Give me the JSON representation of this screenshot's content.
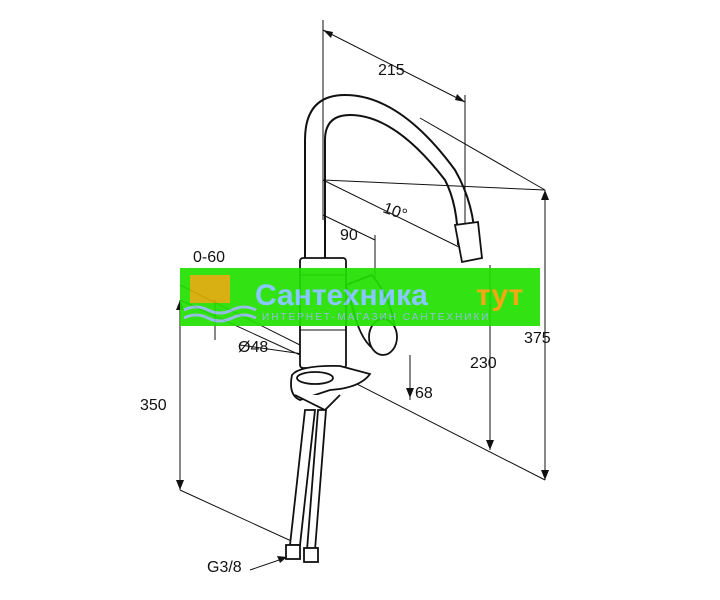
{
  "dimensions": {
    "width_215": "215",
    "angle_10": "10°",
    "reach_90": "90",
    "range_0_60": "0-60",
    "diameter_48": "Ø48",
    "height_350": "350",
    "height_68": "68",
    "height_230": "230",
    "height_375": "375",
    "thread_g38": "G3/8"
  },
  "watermark": {
    "title_part1": "Сантехника",
    "title_part2": "тут",
    "subtitle": "ИНТЕРНЕТ-МАГАЗИН САНТЕХНИКИ",
    "colors": {
      "band": "#22e000",
      "title_blue": "#7ec3ff",
      "title_orange": "#f5a000",
      "wave_blue": "#8ab8e0"
    }
  }
}
